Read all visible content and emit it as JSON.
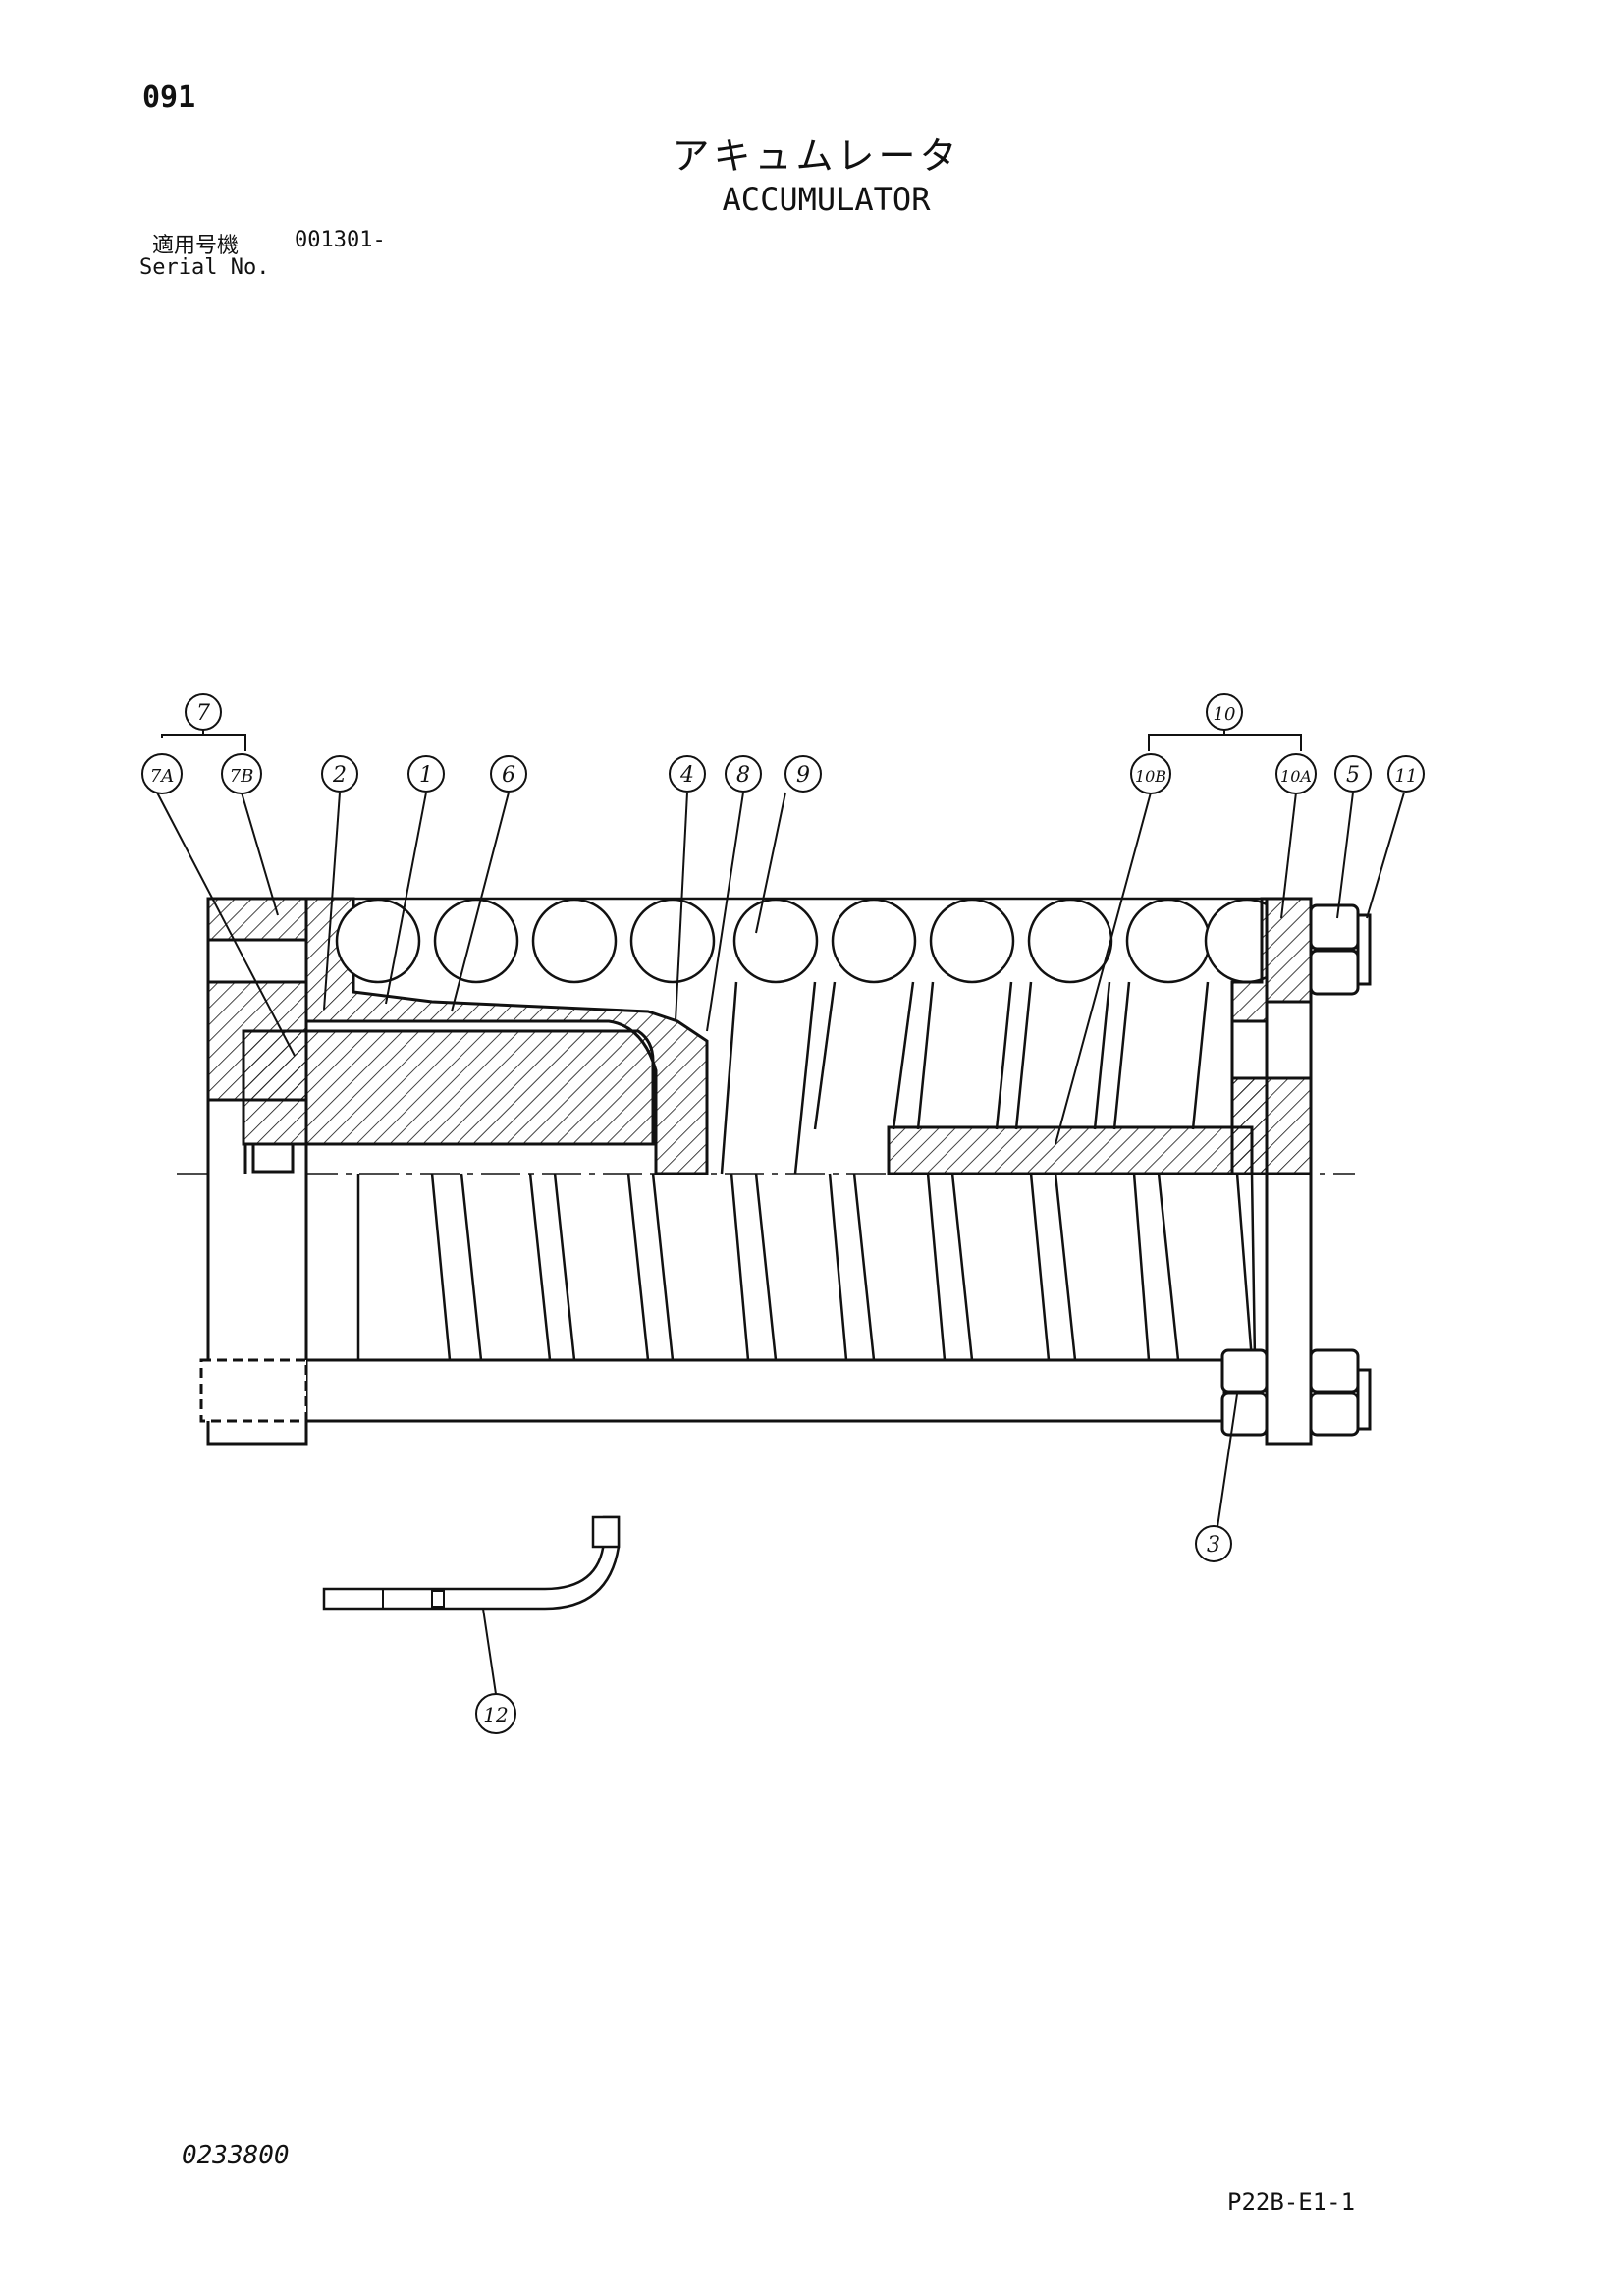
{
  "header": {
    "page_number": "091",
    "title_jp": "アキュムレータ",
    "title_en": "ACCUMULATOR",
    "serial_label_jp": "適用号機",
    "serial_value": "001301-",
    "serial_label_en": "Serial No."
  },
  "footer": {
    "doc_number": "0233800",
    "page_code": "P22B-E1-1"
  },
  "callouts": {
    "c7": "7",
    "c7a": "7A",
    "c7b": "7B",
    "c2": "2",
    "c1": "1",
    "c6": "6",
    "c4": "4",
    "c8": "8",
    "c9": "9",
    "c10": "10",
    "c10b": "10B",
    "c10a": "10A",
    "c5": "5",
    "c11": "11",
    "c3": "3",
    "c12": "12"
  }
}
